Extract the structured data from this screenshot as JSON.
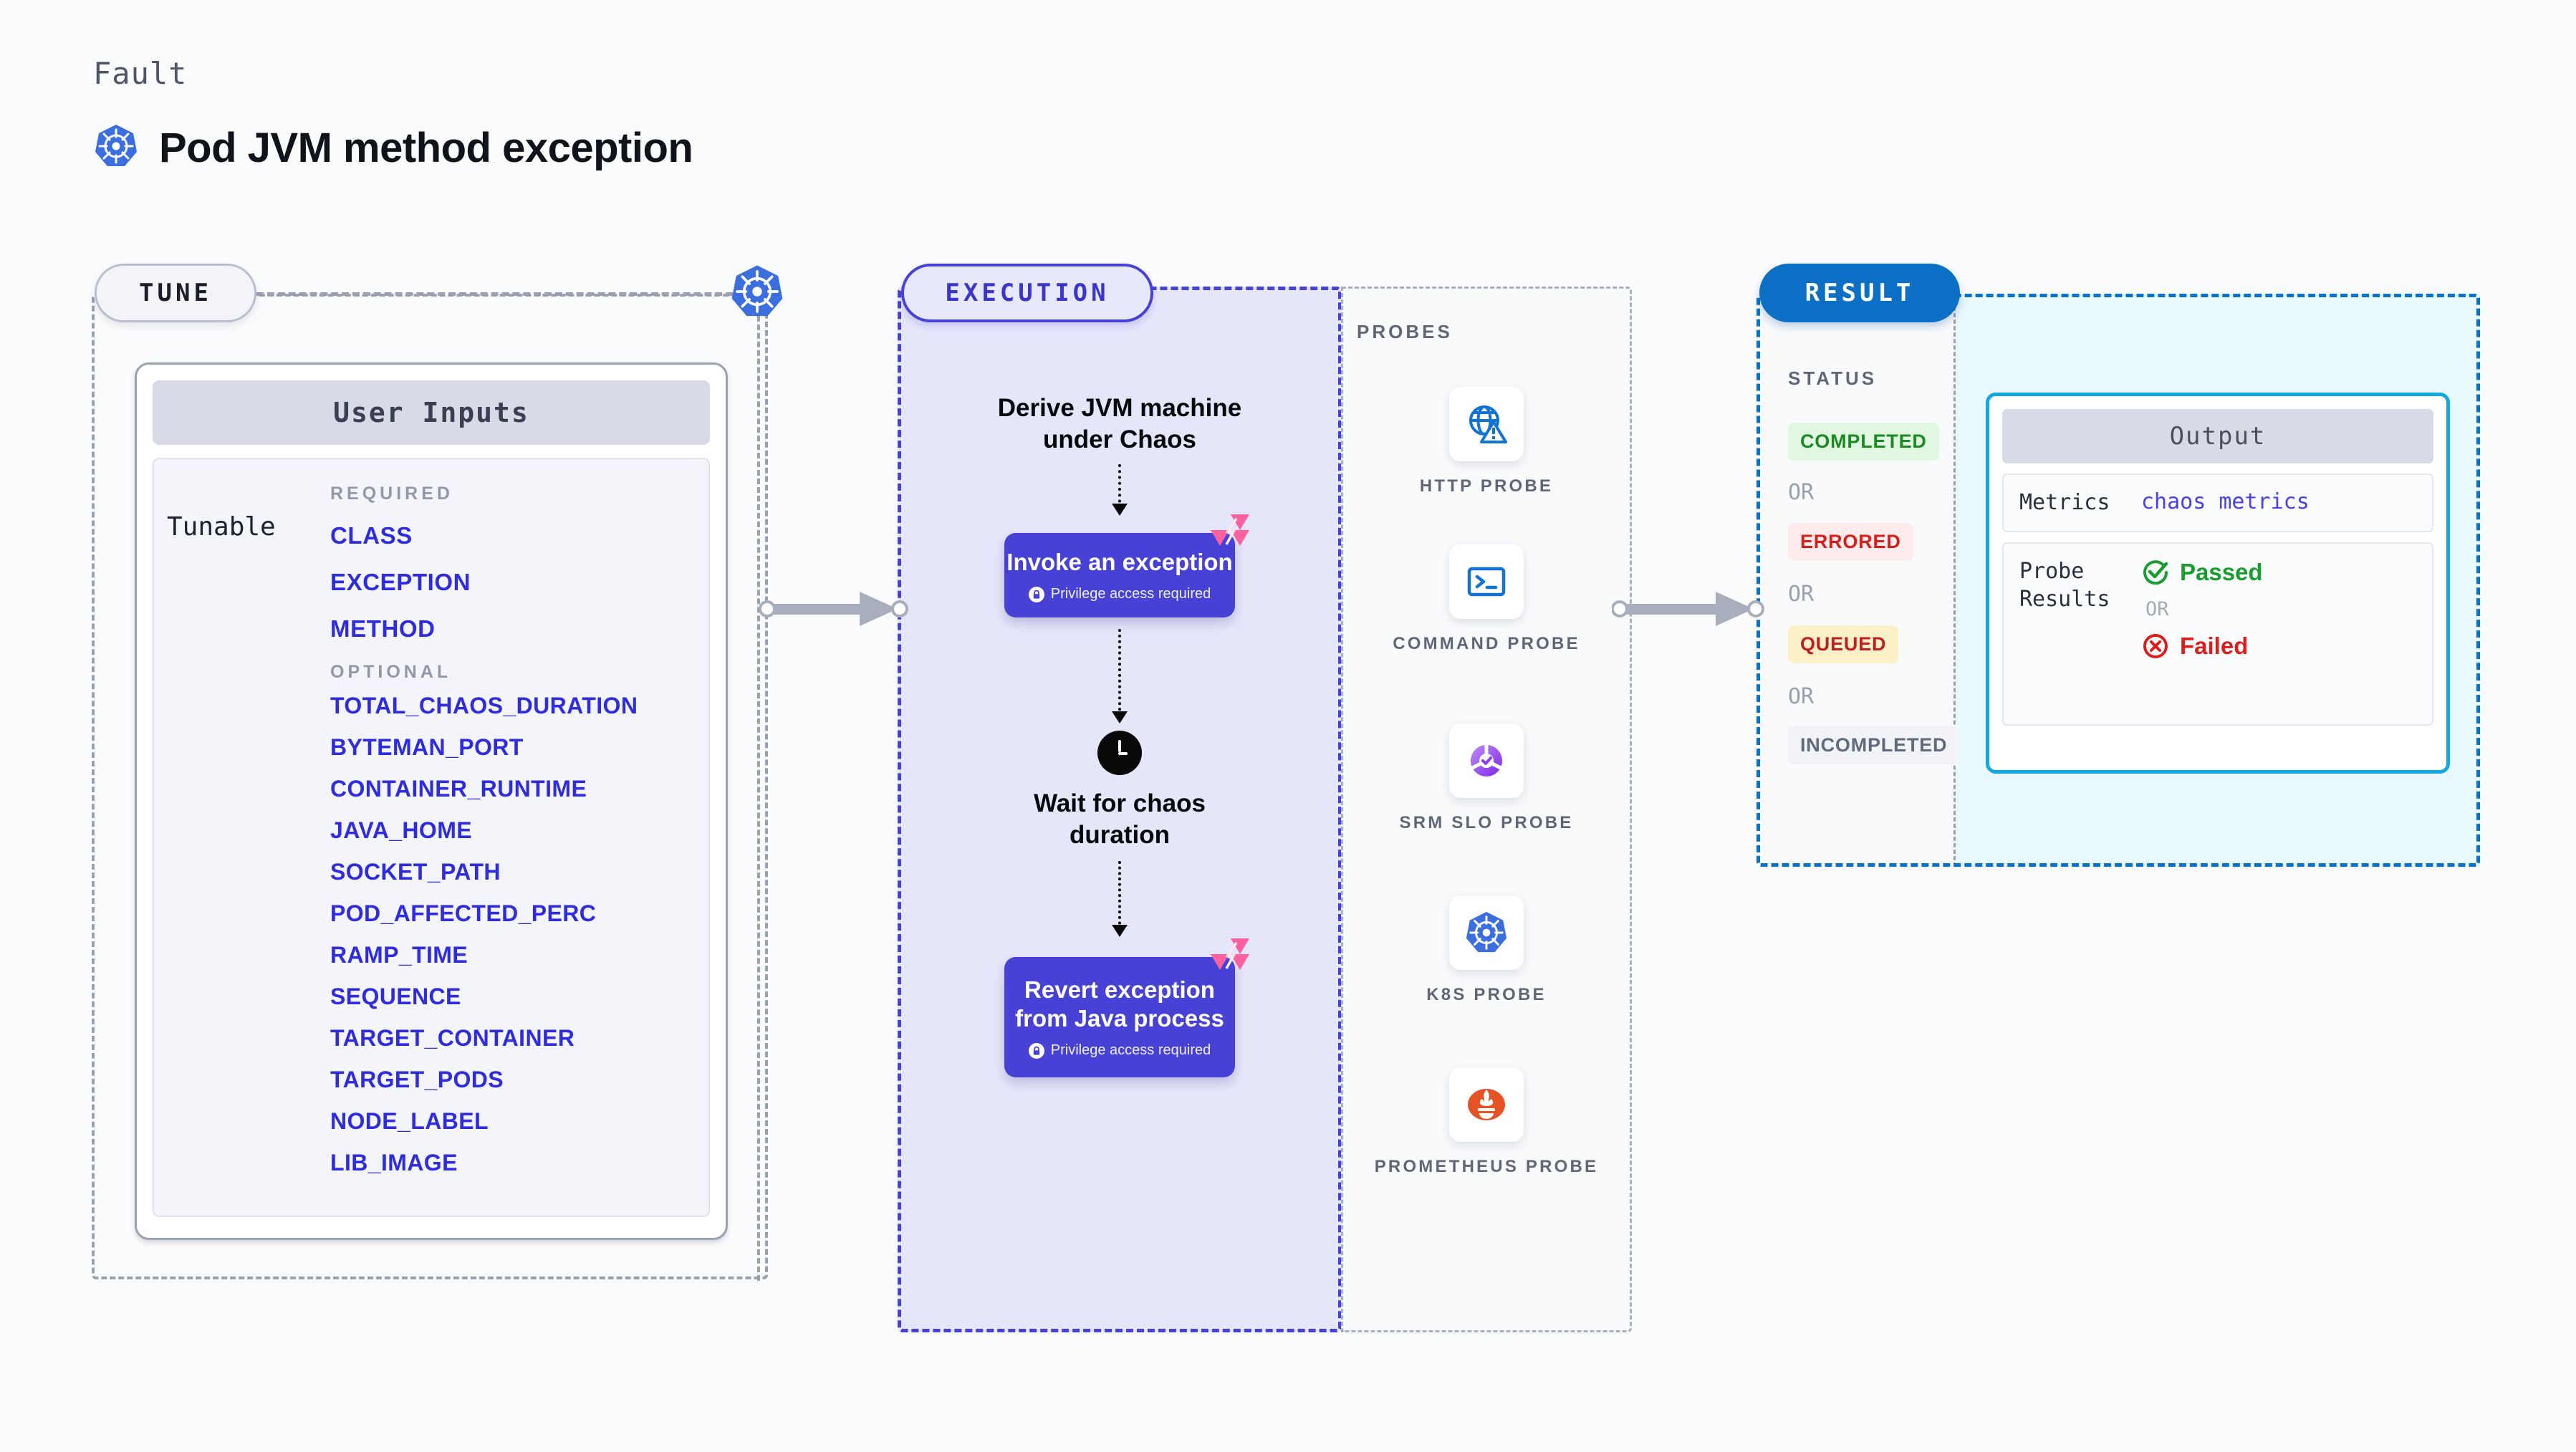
{
  "header": {
    "kicker": "Fault",
    "title": "Pod JVM method exception",
    "icon": "kubernetes-icon"
  },
  "tune": {
    "pill_label": "TUNE",
    "node_icon": "kubernetes-icon",
    "card_title": "User Inputs",
    "row_label": "Tunable",
    "required_title": "REQUIRED",
    "required": [
      "CLASS",
      "EXCEPTION",
      "METHOD"
    ],
    "optional_title": "OPTIONAL",
    "optional": [
      "TOTAL_CHAOS_DURATION",
      "BYTEMAN_PORT",
      "CONTAINER_RUNTIME",
      "JAVA_HOME",
      "SOCKET_PATH",
      "POD_AFFECTED_PERC",
      "RAMP_TIME",
      "SEQUENCE",
      "TARGET_CONTAINER",
      "TARGET_PODS",
      "NODE_LABEL",
      "LIB_IMAGE"
    ],
    "accent": "#2f2ce0"
  },
  "execution": {
    "pill_label": "EXECUTION",
    "step1_text": "Derive JVM machine\nunder Chaos",
    "step2_title": "Invoke an exception",
    "step2_privilege": "Privilege access required",
    "step3_text": "Wait for chaos\nduration",
    "step3_icon": "clock-icon",
    "step4_title": "Revert exception\nfrom Java process",
    "step4_privilege": "Privilege access required",
    "accent": "#4741d6",
    "bg": "#e6e6fb",
    "flag_icon": "litmus-logo-icon"
  },
  "probes": {
    "label": "PROBES",
    "items": [
      {
        "caption": "HTTP PROBE",
        "icon": "globe-warning-icon"
      },
      {
        "caption": "COMMAND PROBE",
        "icon": "terminal-icon"
      },
      {
        "caption": "SRM SLO PROBE",
        "icon": "srm-slo-icon"
      },
      {
        "caption": "K8S PROBE",
        "icon": "kubernetes-icon"
      },
      {
        "caption": "PROMETHEUS PROBE",
        "icon": "prometheus-icon"
      }
    ]
  },
  "result": {
    "pill_label": "RESULT",
    "status_label": "STATUS",
    "or_label": "OR",
    "statuses": [
      {
        "text": "COMPLETED",
        "color": "#1a8a22",
        "bg": "#e2f7e1"
      },
      {
        "text": "ERRORED",
        "color": "#d3201c",
        "bg": "#fdeceb"
      },
      {
        "text": "QUEUED",
        "color": "#c01f1f",
        "bg": "#fcf0c9"
      },
      {
        "text": "INCOMPLETED",
        "color": "#616a7b",
        "bg": "#f1f3f7"
      }
    ],
    "output": {
      "title": "Output",
      "metrics_key": "Metrics",
      "metrics_value": "chaos metrics",
      "probe_results_key": "Probe\nResults",
      "passed_label": "Passed",
      "passed_icon": "check-circle-icon",
      "failed_label": "Failed",
      "failed_icon": "x-circle-icon",
      "or_label": "OR"
    },
    "accent": "#0a72c9",
    "card_accent": "#13a8e0",
    "bg": "#e9f8fd"
  }
}
